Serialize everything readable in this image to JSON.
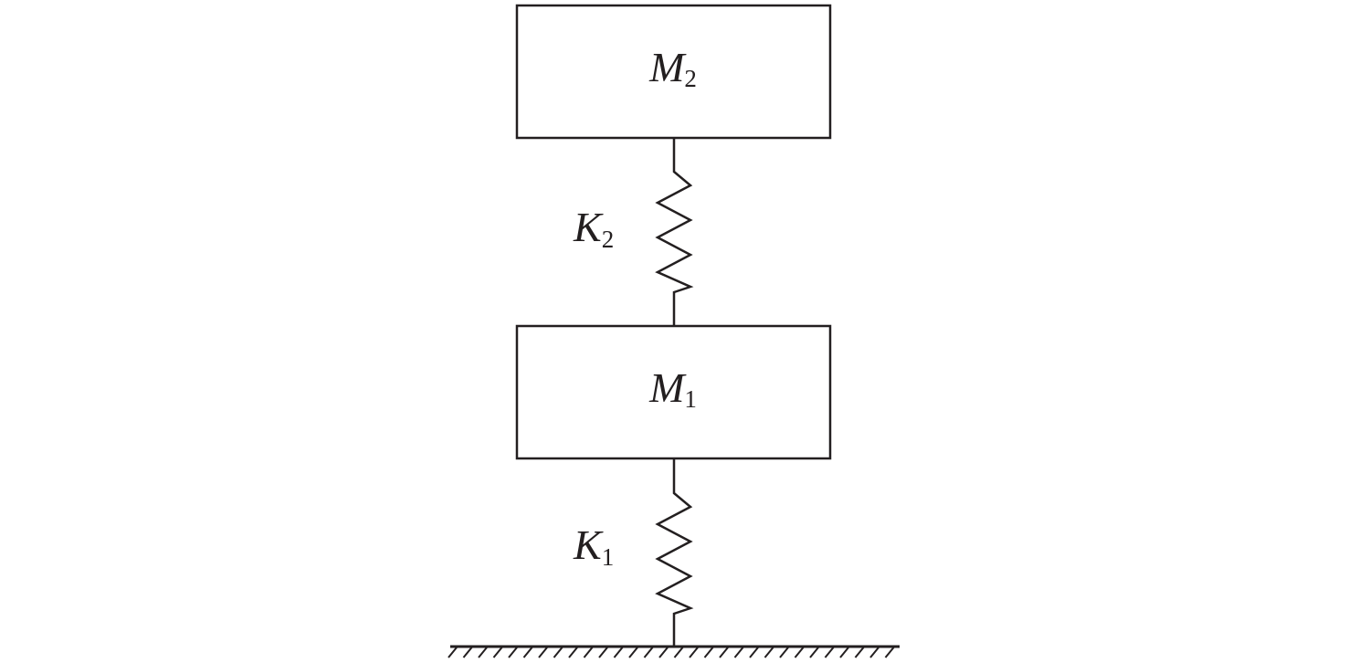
{
  "masses": [
    {
      "id": "M2",
      "symbol": "M",
      "subscript": "2"
    },
    {
      "id": "M1",
      "symbol": "M",
      "subscript": "1"
    }
  ],
  "springs": [
    {
      "id": "K2",
      "symbol": "K",
      "subscript": "2"
    },
    {
      "id": "K1",
      "symbol": "K",
      "subscript": "1"
    }
  ],
  "colors": {
    "stroke": "#231f20",
    "background": "#ffffff"
  }
}
